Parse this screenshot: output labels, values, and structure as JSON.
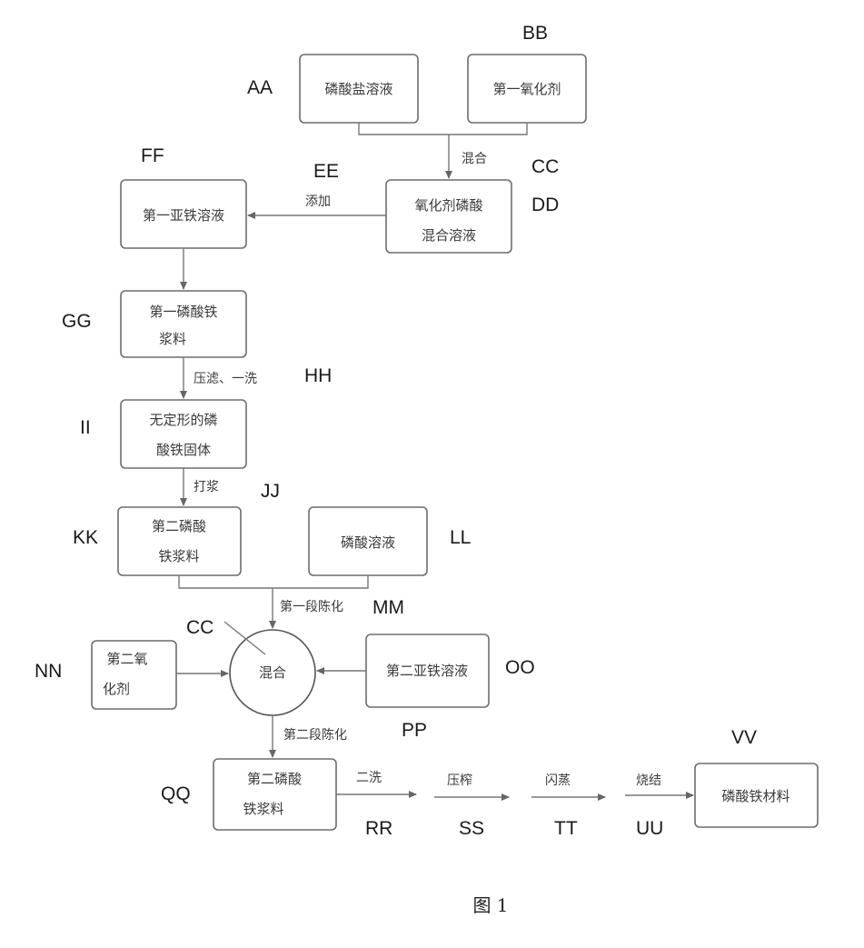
{
  "boxes": {
    "aa": [
      "磷酸盐溶液"
    ],
    "bb": [
      "第一氧化剂"
    ],
    "dd": [
      "氧化剂磷酸",
      "混合溶液"
    ],
    "ff": [
      "第一亚铁溶液"
    ],
    "gg": [
      "第一磷酸铁",
      "浆料"
    ],
    "ii": [
      "无定形的磷",
      "酸铁固体"
    ],
    "kk": [
      "第二磷酸",
      "铁浆料"
    ],
    "ll": [
      "磷酸溶液"
    ],
    "cc_circle": [
      "混合"
    ],
    "nn": [
      "第二氧",
      "化剂"
    ],
    "oo": [
      "第二亚铁溶液"
    ],
    "qq": [
      "第二磷酸",
      "铁浆料"
    ],
    "vv": [
      "磷酸铁材料"
    ]
  },
  "flow_labels": {
    "mix": "混合",
    "add": "添加",
    "press_wash": "压滤、一洗",
    "crush": "打浆",
    "first_aging": "第一段陈化",
    "second_aging": "第二段陈化",
    "second_wash": "二洗",
    "press": "压榨",
    "flash_dry": "闪蒸",
    "sinter": "烧结"
  },
  "codes": {
    "AA": "AA",
    "BB": "BB",
    "CC": "CC",
    "DD": "DD",
    "EE": "EE",
    "FF": "FF",
    "GG": "GG",
    "HH": "HH",
    "II": "II",
    "JJ": "JJ",
    "KK": "KK",
    "LL": "LL",
    "MM": "MM",
    "CC2": "CC",
    "NN": "NN",
    "OO": "OO",
    "PP": "PP",
    "QQ": "QQ",
    "RR": "RR",
    "SS": "SS",
    "TT": "TT",
    "UU": "UU",
    "VV": "VV"
  },
  "caption": "图 1"
}
